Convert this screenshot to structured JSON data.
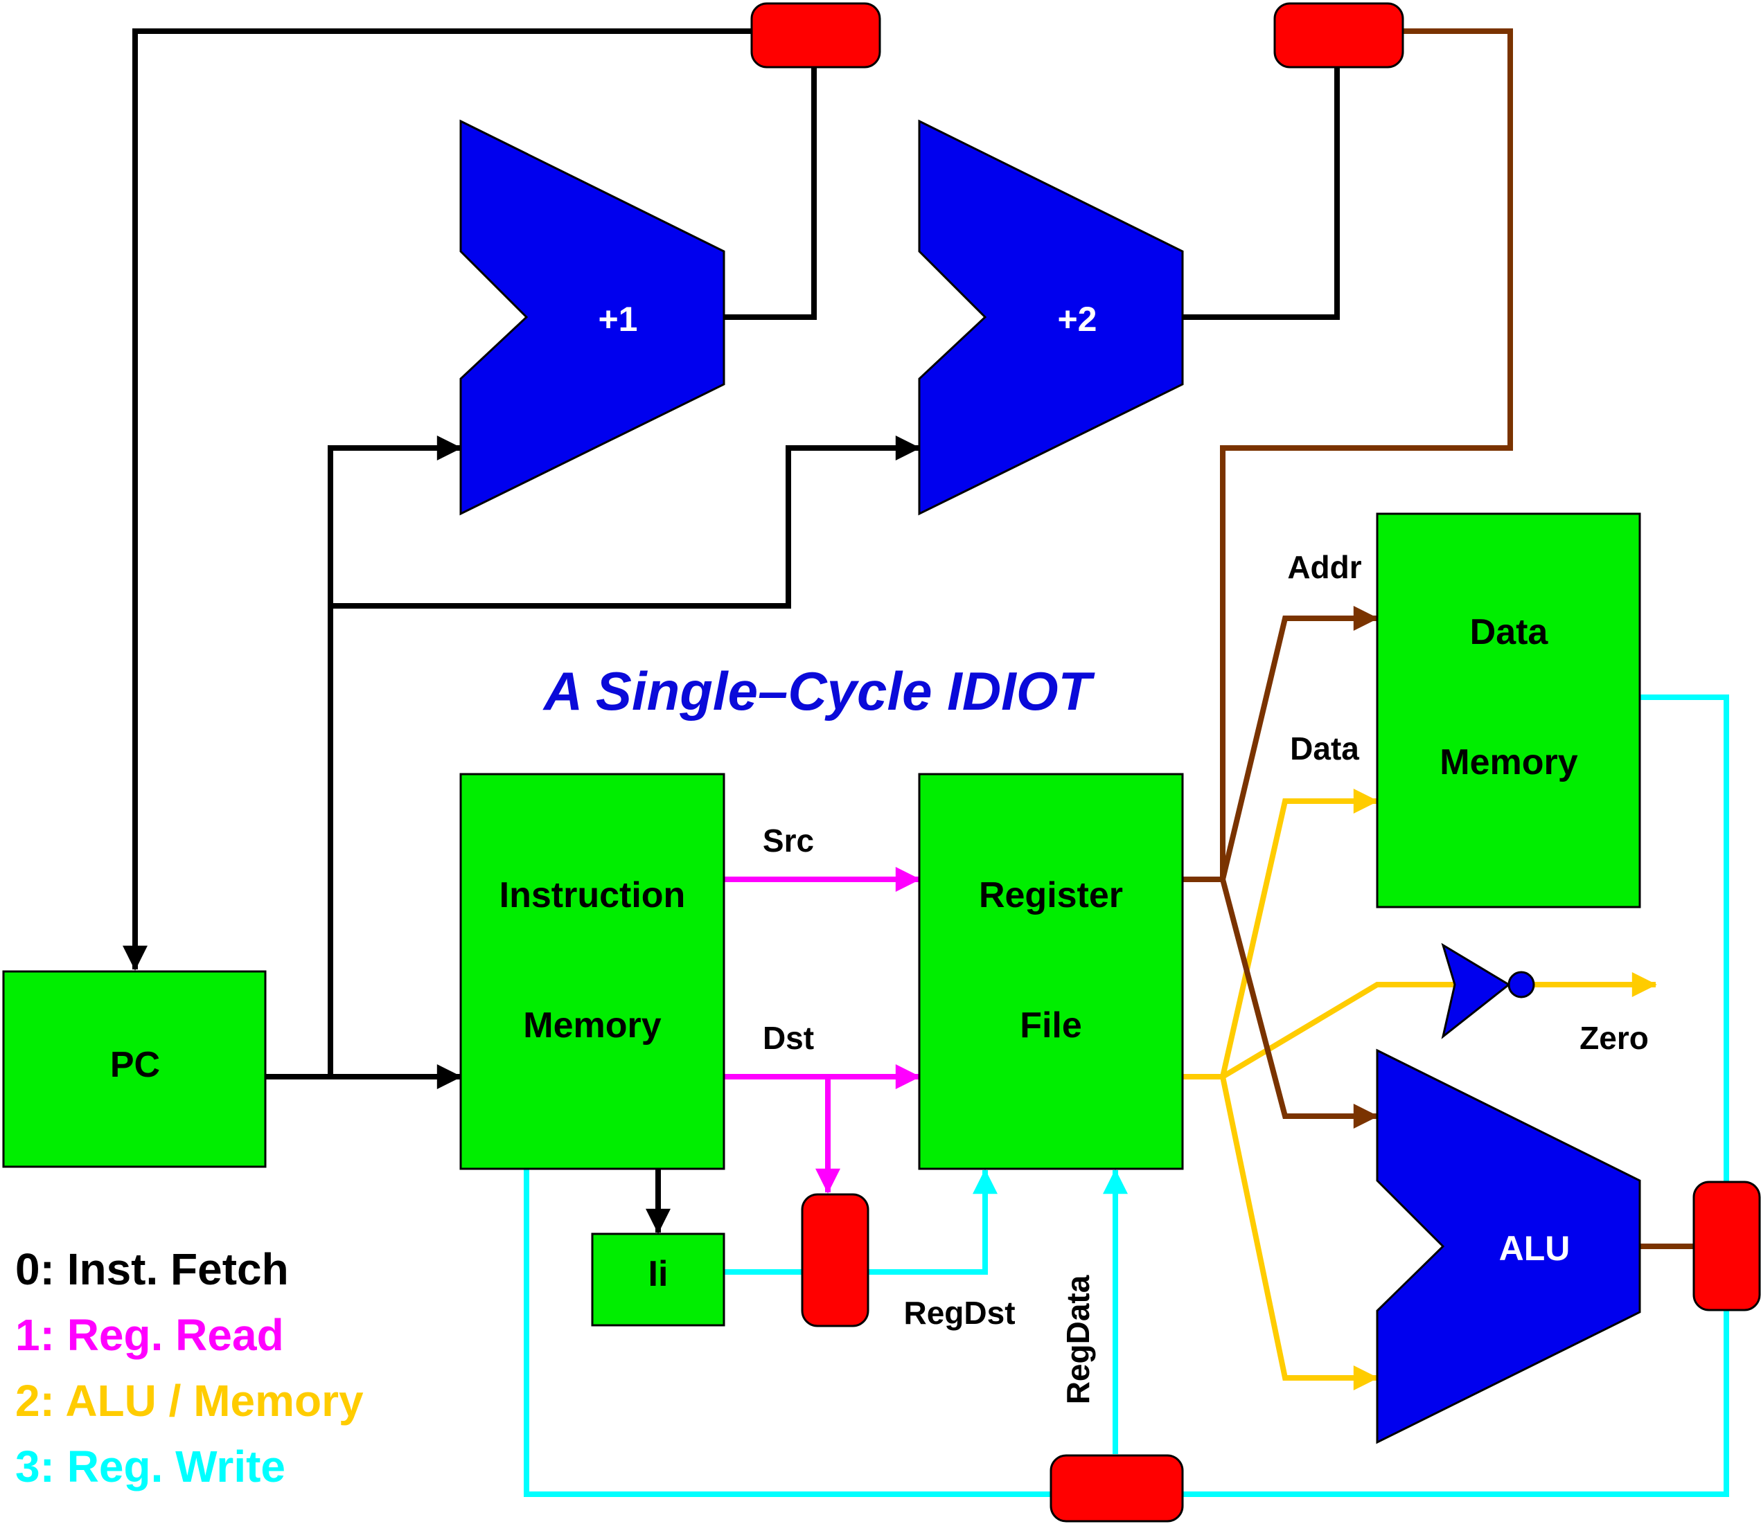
{
  "title": "A Single–Cycle IDIOT",
  "colors": {
    "unit_green": "#00ee00",
    "alu_blue": "#0000ee",
    "latch_red": "#ff0000",
    "stage0": "#000000",
    "stage1": "#ff00ff",
    "stage2": "#ffcc00",
    "stage3": "#00ffff",
    "feedback_brown": "#7a3300",
    "title_blue": "#0a0ad9"
  },
  "blocks": {
    "pc": "PC",
    "imem_line1": "Instruction",
    "imem_line2": "Memory",
    "regfile_line1": "Register",
    "regfile_line2": "File",
    "dmem_line1": "Data",
    "dmem_line2": "Memory",
    "ii": "Ii"
  },
  "adders": {
    "plus1": "+1",
    "plus2": "+2",
    "alu": "ALU"
  },
  "signals": {
    "src": "Src",
    "dst": "Dst",
    "addr": "Addr",
    "data": "Data",
    "zero": "Zero",
    "regdst": "RegDst",
    "regdata": "RegData"
  },
  "legend": [
    {
      "text": "0: Inst. Fetch",
      "color": "#000000"
    },
    {
      "text": "1: Reg. Read",
      "color": "#ff00ff"
    },
    {
      "text": "2: ALU / Memory",
      "color": "#ffcc00"
    },
    {
      "text": "3: Reg. Write",
      "color": "#00ffff"
    }
  ]
}
